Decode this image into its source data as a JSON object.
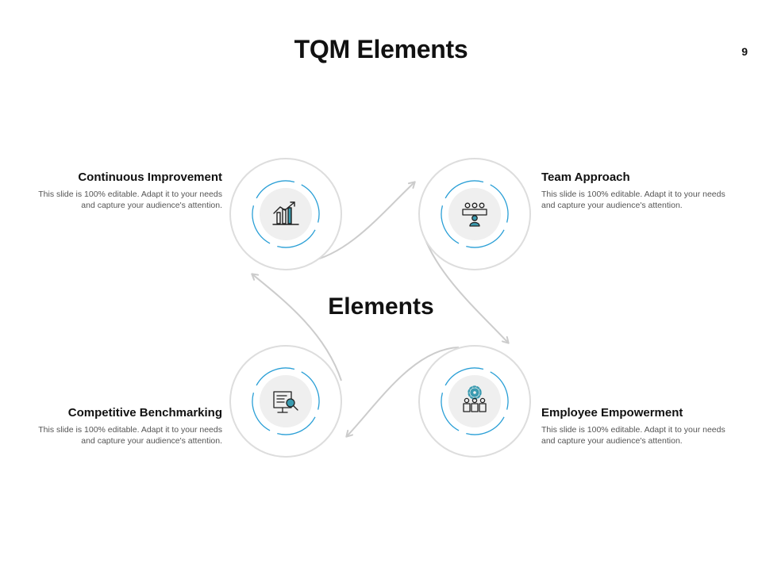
{
  "slide": {
    "title": "TQM Elements",
    "page_number": "9",
    "center_label": "Elements"
  },
  "elements": [
    {
      "title": "Continuous Improvement",
      "description": "This slide is 100% editable. Adapt it to your needs and capture your audience's attention.",
      "icon": "growth-chart-icon"
    },
    {
      "title": "Team Approach",
      "description": "This slide is 100% editable. Adapt it to your needs and capture your audience's attention.",
      "icon": "team-meeting-icon"
    },
    {
      "title": "Competitive Benchmarking",
      "description": "This slide is 100% editable. Adapt it to your needs and capture your audience's attention.",
      "icon": "document-analysis-icon"
    },
    {
      "title": "Employee Empowerment",
      "description": "This slide is 100% editable. Adapt it to your needs and capture your audience's attention.",
      "icon": "team-gear-icon"
    }
  ],
  "colors": {
    "accent": "#2a9fd6",
    "icon_teal": "#3a9bb0",
    "ring": "#dddddd",
    "inner_fill": "#efefef",
    "arrow": "#cccccc",
    "text": "#111111",
    "muted": "#555555"
  }
}
